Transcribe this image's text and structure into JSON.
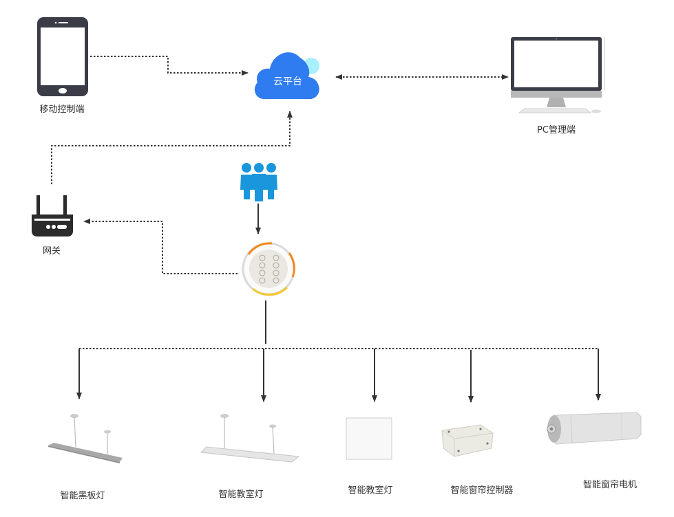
{
  "diagram": {
    "cloud": {
      "label": "云平台",
      "icon": "cloud-icon",
      "color": "#2f7cf0",
      "accent": "#a8f0ff"
    },
    "mobile": {
      "label": "移动控制端",
      "icon": "smartphone-icon"
    },
    "pc": {
      "label": "PC管理端",
      "icon": "desktop-computer-icon"
    },
    "gateway": {
      "label": "网关",
      "icon": "router-icon"
    },
    "users": {
      "icon": "users-group-icon",
      "color": "#1a96dc"
    },
    "panel": {
      "icon": "control-panel-icon",
      "ring_colors": [
        "#f08a1c",
        "#f5c830"
      ]
    },
    "devices": [
      {
        "label": "智能黑板灯",
        "icon": "blackboard-light-icon"
      },
      {
        "label": "智能教室灯",
        "icon": "classroom-linear-light-icon"
      },
      {
        "label": "智能教室灯",
        "icon": "panel-light-icon"
      },
      {
        "label": "智能窗帘控制器",
        "icon": "curtain-controller-icon"
      },
      {
        "label": "智能窗帘电机",
        "icon": "curtain-motor-icon"
      }
    ],
    "connections": [
      {
        "from": "移动控制端",
        "to": "云平台",
        "style": "dotted"
      },
      {
        "from": "云平台",
        "to": "PC管理端",
        "style": "dotted",
        "bidirectional": true
      },
      {
        "from": "网关",
        "to": "云平台",
        "style": "dotted"
      },
      {
        "from": "users",
        "to": "panel",
        "style": "solid"
      },
      {
        "from": "panel",
        "to": "网关",
        "style": "dotted"
      },
      {
        "from": "panel",
        "to": "devices",
        "style": "solid-then-dotted-bus"
      }
    ],
    "line_color": "#333333"
  }
}
